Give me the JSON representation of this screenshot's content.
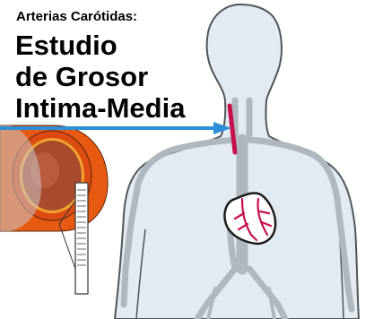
{
  "title": {
    "subtitle": "Arterias Carótidas:",
    "line1": "Estudio",
    "line2": "de Grosor",
    "line3": "Intima-Media"
  },
  "colors": {
    "body_fill": "#e2ebf1",
    "body_stroke": "#4f5559",
    "vessel": "#aeb8be",
    "artery": "#c8104e",
    "pointer_arrow": "#2d8fd5",
    "artery_wall": "#e85a12",
    "lumen": "#a84a2c"
  }
}
